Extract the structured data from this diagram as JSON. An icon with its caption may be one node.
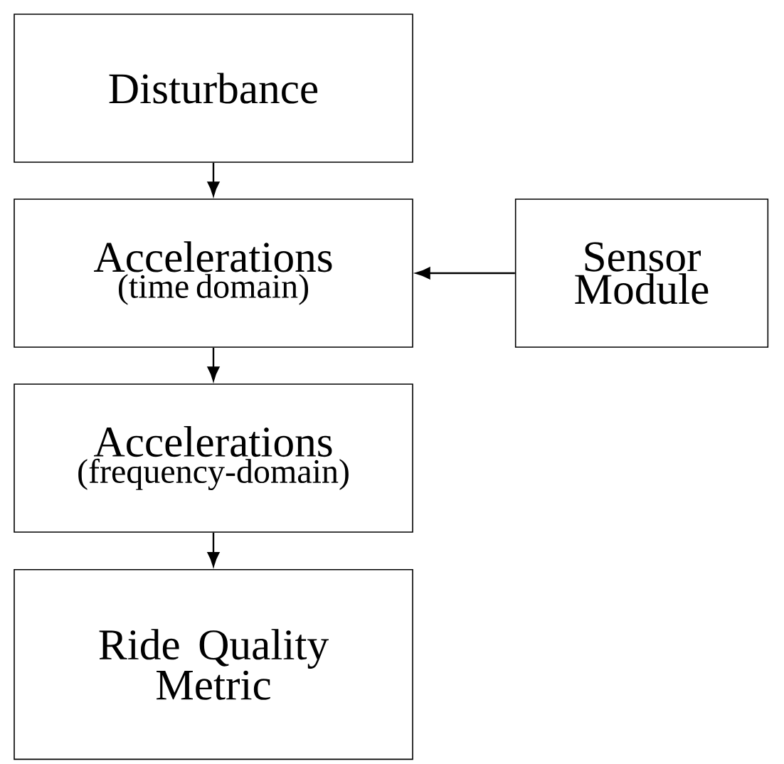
{
  "diagram": {
    "nodes": [
      {
        "text": [
          "Disturbance"
        ]
      },
      {
        "text": [
          "Accelerations",
          "(time domain)"
        ]
      },
      {
        "text": [
          "Sensor Module"
        ]
      },
      {
        "text": [
          "Accelerations",
          "(frequency-domain)"
        ]
      },
      {
        "text": [
          "Ride Quality Metric"
        ]
      }
    ],
    "edges": [
      {
        "from": 0,
        "to": 1,
        "arrow": "to"
      },
      {
        "from": 2,
        "to": 1,
        "arrow": "to"
      },
      {
        "from": 1,
        "to": 3,
        "arrow": "to"
      },
      {
        "from": 3,
        "to": 4,
        "arrow": "to"
      }
    ]
  }
}
